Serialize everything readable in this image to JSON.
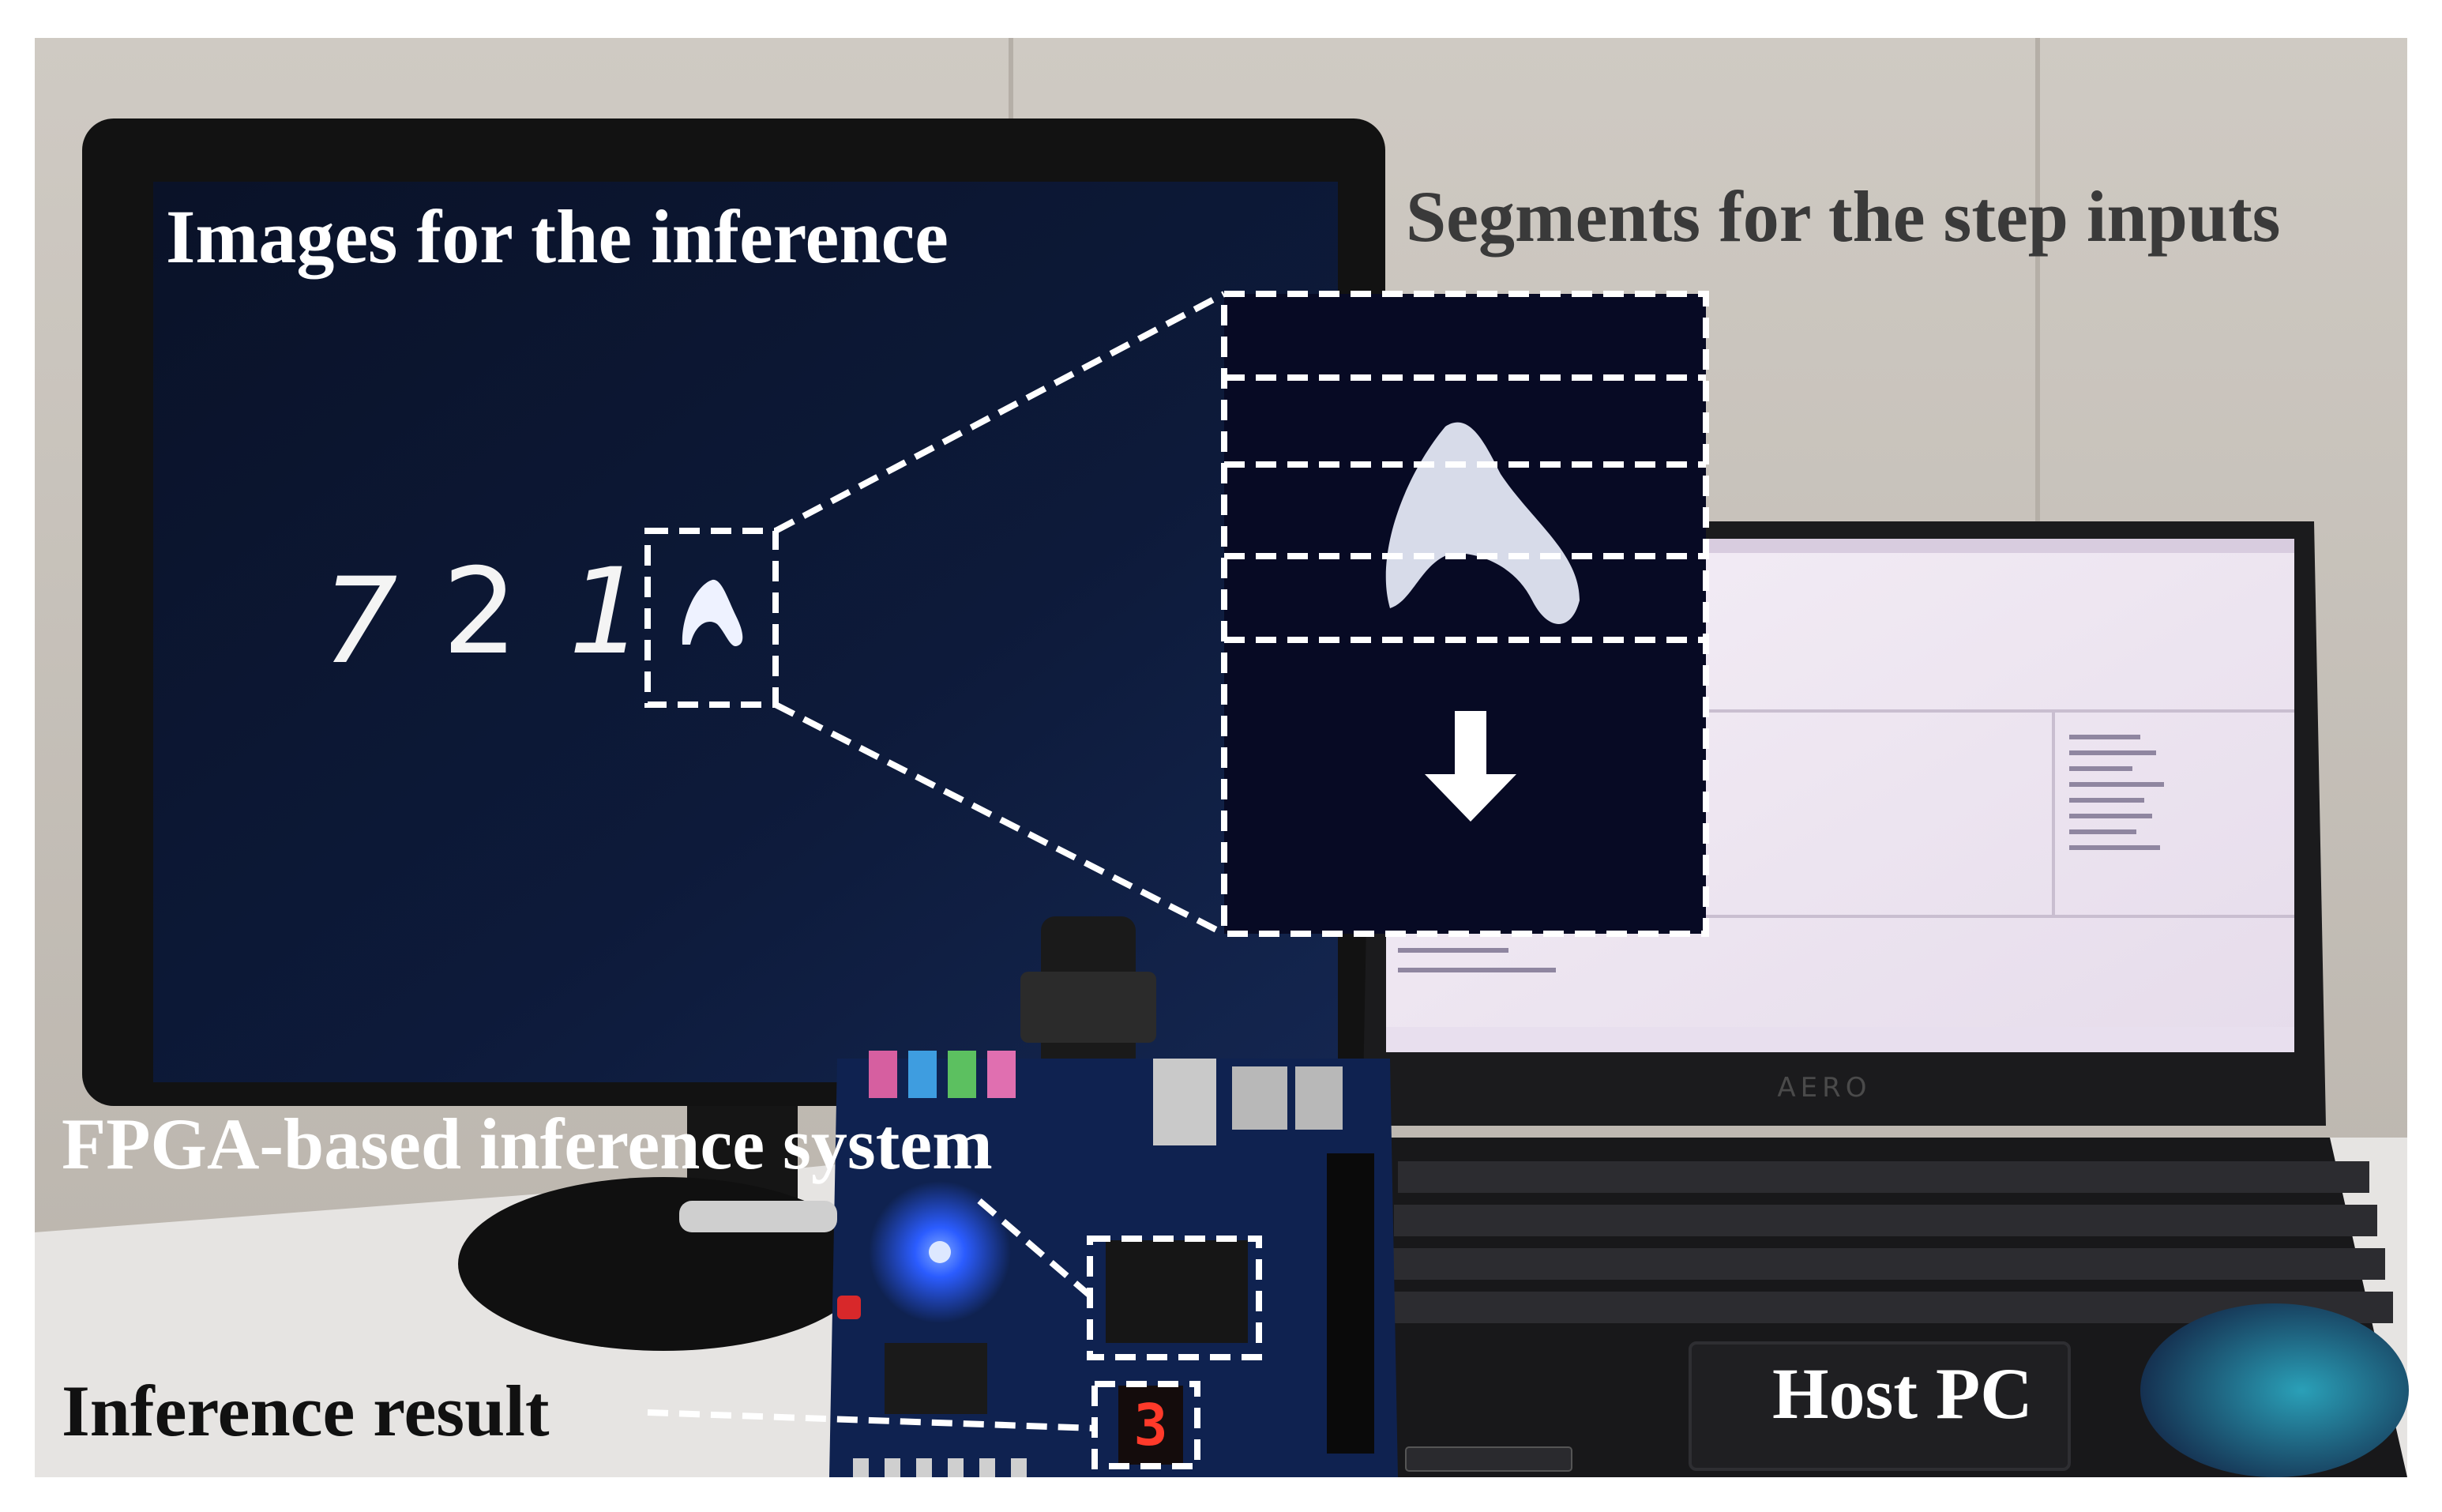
{
  "labels": {
    "images": "Images for the inference",
    "segments": "Segments for the step inputs",
    "fpga": "FPGA-based inference system",
    "result": "Inference result",
    "host": "Host PC"
  },
  "screen_digits": [
    "7",
    "2",
    "1"
  ],
  "seven_segment_value": "3",
  "laptop_brand": "AERO",
  "step_segment_count": 5,
  "colors": {
    "wall": "#c9c4bd",
    "monitor_screen": "#0b1530",
    "laptop_screen": "#efe7f2",
    "fpga_board": "#0f2250",
    "callout_dash": "#ffffff",
    "seven_segment": "#ff3a2a"
  }
}
